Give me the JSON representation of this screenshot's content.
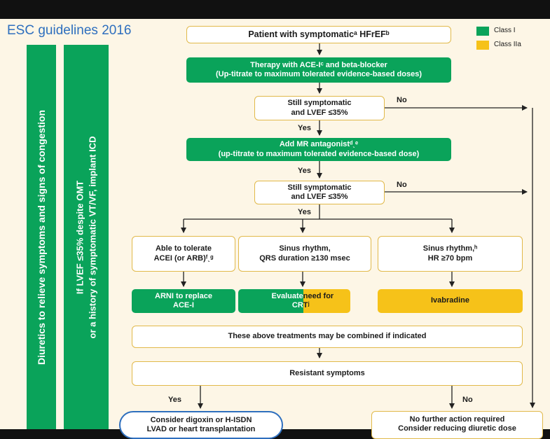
{
  "title": "ESC guidelines 2016",
  "legend": [
    {
      "label": "Class I",
      "color": "#0aa35a"
    },
    {
      "label": "Class IIa",
      "color": "#f6c219"
    }
  ],
  "side_bars": {
    "left": "Diuretics to relieve symptoms and signs of congestion",
    "right_line1": "If LVEF ≤35% despite OMT",
    "right_line2": "or a history of symptomatic VT/VF, implant ICD"
  },
  "nodes": {
    "start": "Patient with symptomaticᵃ HFrEFᵇ",
    "therapy_line1": "Therapy with ACE-Iᶜ and beta-blocker",
    "therapy_line2": "(Up-titrate to maximum tolerated evidence-based doses)",
    "q1_line1": "Still symptomatic",
    "q1_line2": "and LVEF ≤35%",
    "mra_line1": "Add MR antagonistᵈˎᵉ",
    "mra_line2": "(up-titrate to maximum tolerated evidence-based dose)",
    "q2_line1": "Still symptomatic",
    "q2_line2": "and LVEF ≤35%",
    "acei_line1": "Able to tolerate",
    "acei_line2": "ACEI (or ARB)ᶠˎᵍ",
    "sinus_qrs_line1": "Sinus rhythm,",
    "sinus_qrs_line2": "QRS duration ≥130 msec",
    "sinus_hr_line1": "Sinus rhythm,ʰ",
    "sinus_hr_line2": "HR ≥70 bpm",
    "arni_line1": "ARNI to replace",
    "arni_line2": "ACE-I",
    "crt_left": "Evaluate ",
    "crt_right": "need for",
    "crt_line2_left": "CR",
    "crt_line2_right": "Tʲ",
    "ivabradine": "Ivabradine",
    "combined": "These above treatments may be combined if indicated",
    "resistant": "Resistant symptoms",
    "digoxin_line1": "Consider digoxin or H-ISDN",
    "digoxin_line2": "LVAD or heart transplantation",
    "no_further_line1": "No further action required",
    "no_further_line2": "Consider reducing diuretic dose"
  },
  "edge_labels": {
    "no1": "No",
    "yes1": "Yes",
    "yes2": "Yes",
    "no2": "No",
    "yes3": "Yes",
    "yes4": "Yes",
    "no3": "No"
  }
}
